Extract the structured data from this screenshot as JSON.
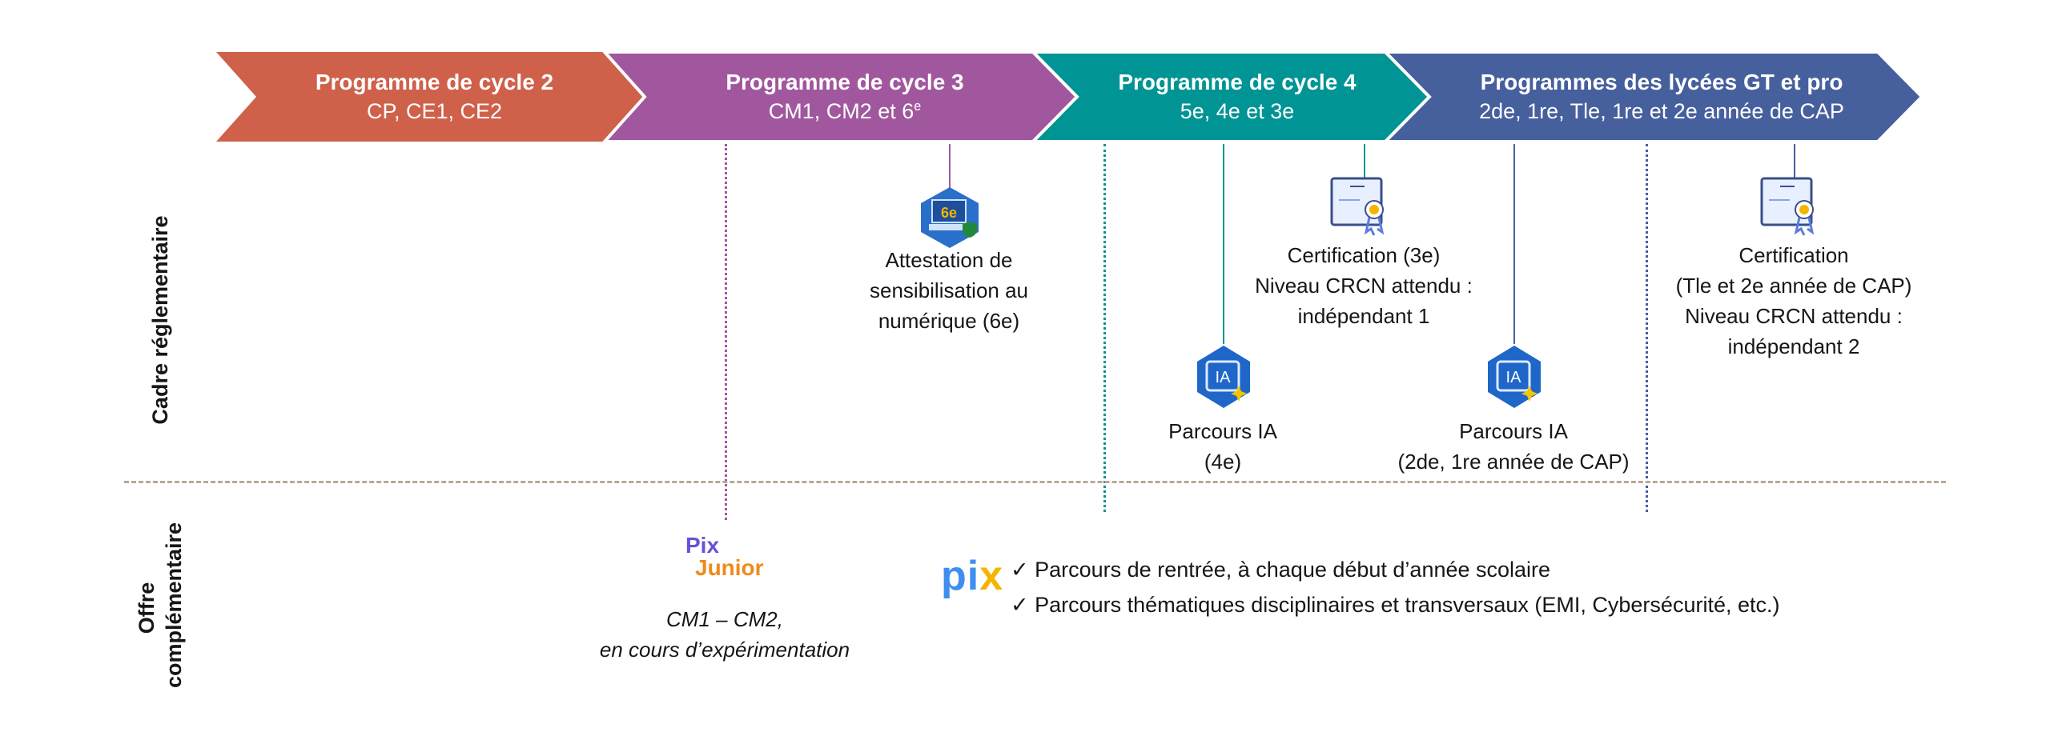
{
  "colors": {
    "cycle2": "#cf614a",
    "cycle3": "#a0579e",
    "cycle4": "#009494",
    "lycee": "#465f9d",
    "separator": "#b8a898"
  },
  "stages": [
    {
      "title": "Programme de cycle 2",
      "sub": "CP, CE1, CE2"
    },
    {
      "title": "Programme de cycle 3",
      "sub_a": "CM1, CM2 et 6",
      "sub_sup": "e"
    },
    {
      "title": "Programme de cycle 4",
      "sub": "5e, 4e et 3e"
    },
    {
      "title": "Programmes des lycées GT et pro",
      "sub": "2de, 1re, Tle, 1re et 2e année de CAP"
    }
  ],
  "rows": {
    "regulatory": "Cadre réglementaire",
    "complementary": "Offre complémentaire"
  },
  "items": {
    "attestation": {
      "icon": "badge-6e-icon",
      "lines": [
        "Attestation de",
        "sensibilisation au",
        "numérique (6e)"
      ]
    },
    "cert3": {
      "icon": "certificate-icon",
      "lines": [
        "Certification (3e)",
        "Niveau CRCN attendu :",
        "indépendant 1"
      ]
    },
    "ia4": {
      "icon": "ia-badge-icon",
      "lines": [
        "Parcours IA",
        "(4e)"
      ]
    },
    "ia_lycee": {
      "icon": "ia-badge-icon",
      "lines": [
        "Parcours IA",
        "(2de, 1re année de CAP)"
      ]
    },
    "cert_lycee": {
      "icon": "certificate-icon",
      "lines": [
        "Certification",
        "(Tle et 2e année de CAP)",
        "Niveau CRCN attendu :",
        "indépendant 2"
      ]
    }
  },
  "pix_junior": {
    "logo": "Pix Junior",
    "lines": [
      "CM1 – CM2,",
      "en cours d’expérimentation"
    ]
  },
  "pix": {
    "logo": "pix",
    "items": [
      "Parcours de rentrée, à chaque début d’année scolaire",
      "Parcours thématiques disciplinaires et transversaux (EMI, Cybersécurité, etc.)"
    ]
  }
}
